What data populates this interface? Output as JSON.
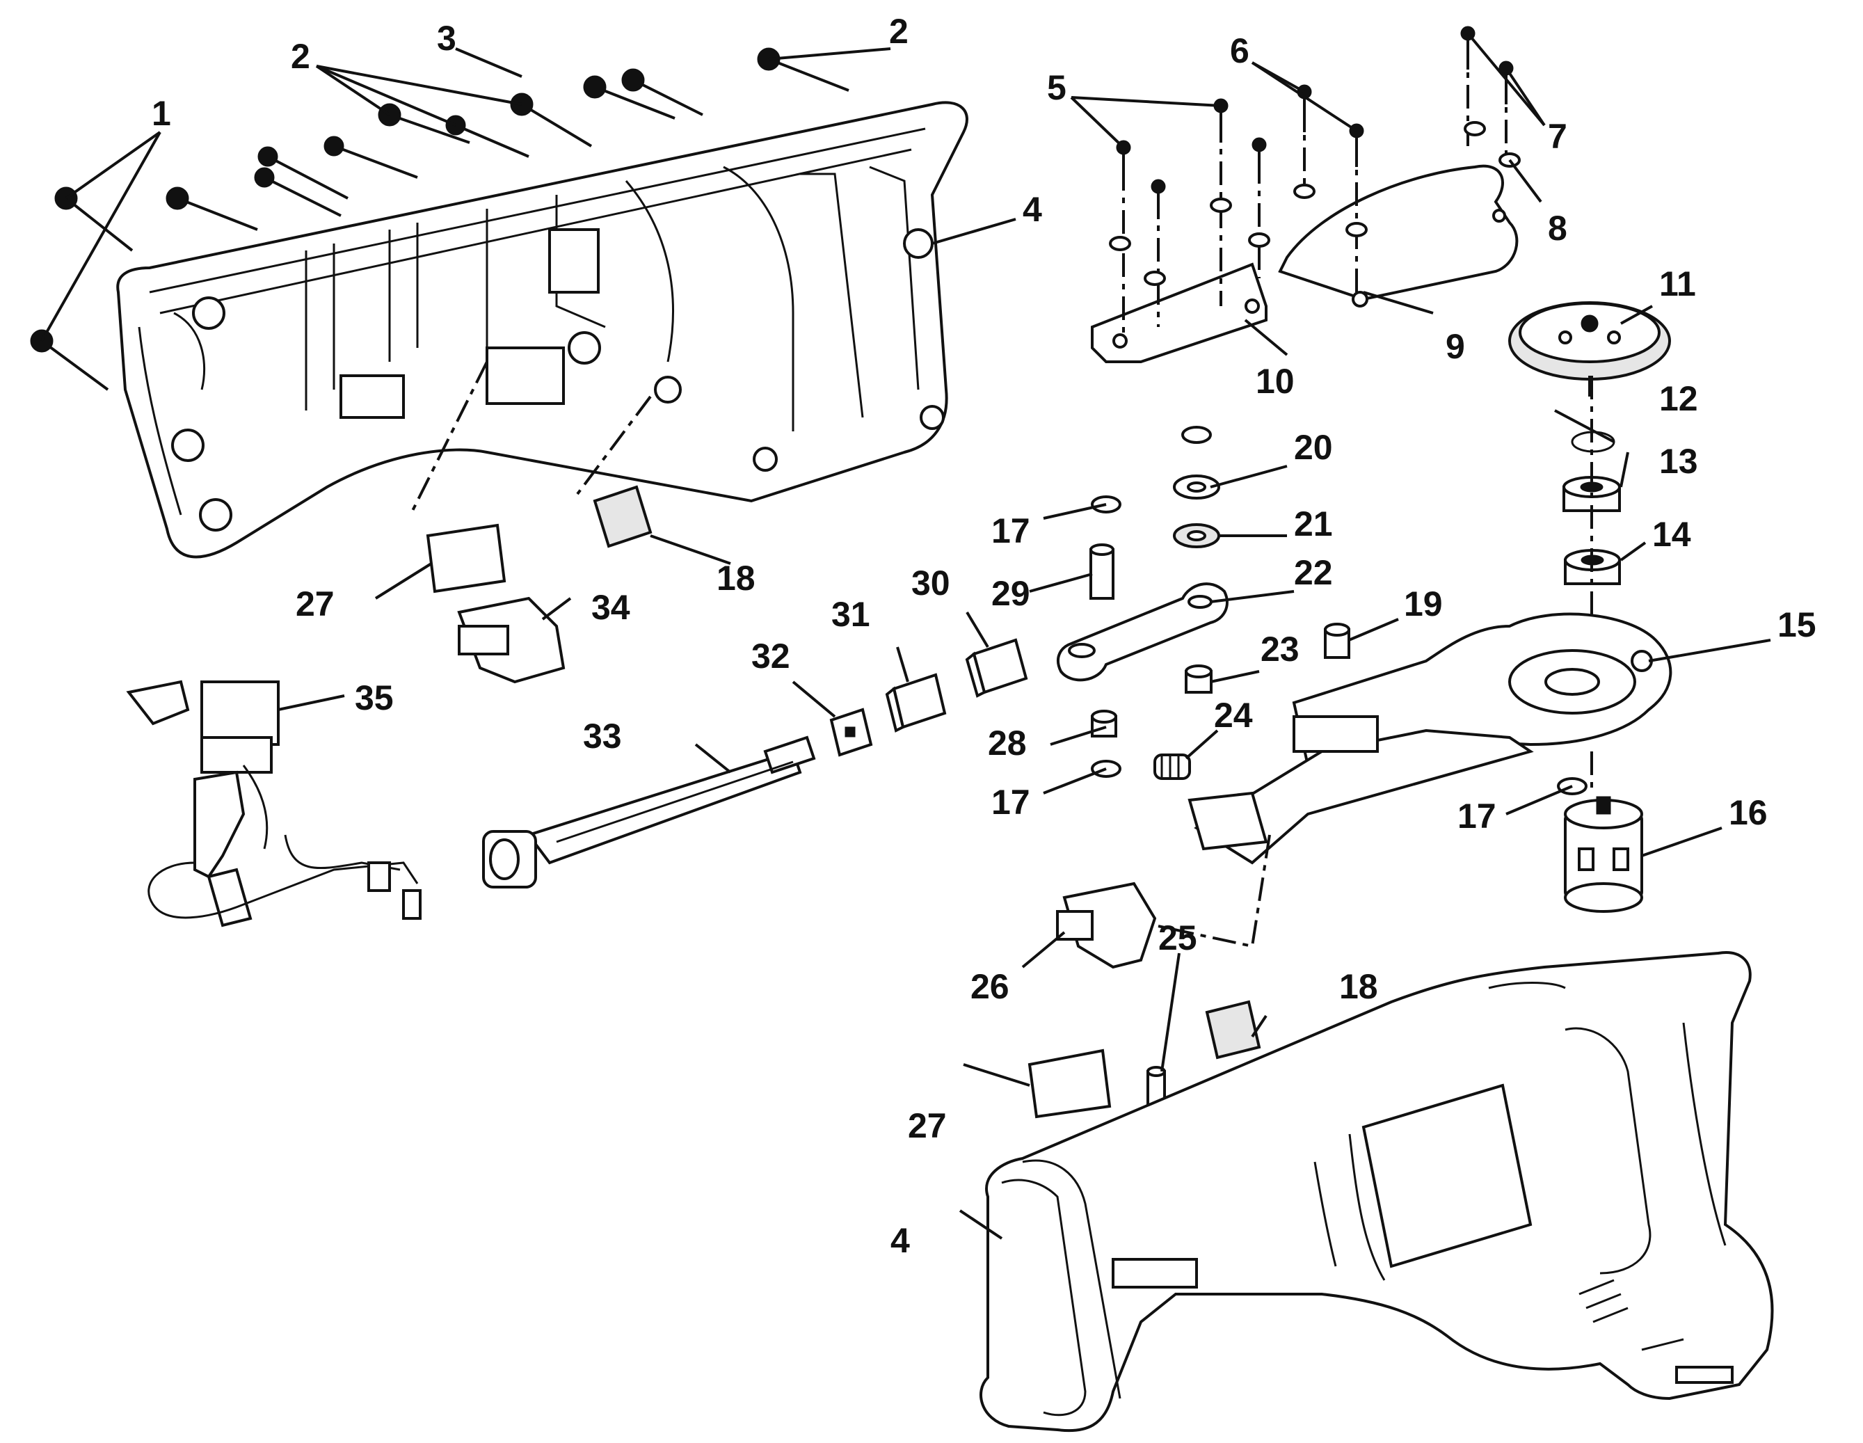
{
  "diagram": {
    "part_labels": [
      {
        "id": "p1a",
        "text": "1"
      },
      {
        "id": "p2a",
        "text": "2"
      },
      {
        "id": "p3a",
        "text": "3"
      },
      {
        "id": "p2b",
        "text": "2"
      },
      {
        "id": "p4a",
        "text": "4"
      },
      {
        "id": "p5",
        "text": "5"
      },
      {
        "id": "p6",
        "text": "6"
      },
      {
        "id": "p7",
        "text": "7"
      },
      {
        "id": "p8",
        "text": "8"
      },
      {
        "id": "p9",
        "text": "9"
      },
      {
        "id": "p10",
        "text": "10"
      },
      {
        "id": "p11",
        "text": "11"
      },
      {
        "id": "p12",
        "text": "12"
      },
      {
        "id": "p13",
        "text": "13"
      },
      {
        "id": "p14",
        "text": "14"
      },
      {
        "id": "p15",
        "text": "15"
      },
      {
        "id": "p16",
        "text": "16"
      },
      {
        "id": "p17a",
        "text": "17"
      },
      {
        "id": "p17b",
        "text": "17"
      },
      {
        "id": "p17c",
        "text": "17"
      },
      {
        "id": "p18a",
        "text": "18"
      },
      {
        "id": "p18b",
        "text": "18"
      },
      {
        "id": "p19",
        "text": "19"
      },
      {
        "id": "p20",
        "text": "20"
      },
      {
        "id": "p21",
        "text": "21"
      },
      {
        "id": "p22",
        "text": "22"
      },
      {
        "id": "p23",
        "text": "23"
      },
      {
        "id": "p24",
        "text": "24"
      },
      {
        "id": "p25",
        "text": "25"
      },
      {
        "id": "p26",
        "text": "26"
      },
      {
        "id": "p27a",
        "text": "27"
      },
      {
        "id": "p27b",
        "text": "27"
      },
      {
        "id": "p28",
        "text": "28"
      },
      {
        "id": "p29",
        "text": "29"
      },
      {
        "id": "p30",
        "text": "30"
      },
      {
        "id": "p31",
        "text": "31"
      },
      {
        "id": "p32",
        "text": "32"
      },
      {
        "id": "p33",
        "text": "33"
      },
      {
        "id": "p34",
        "text": "34"
      },
      {
        "id": "p35",
        "text": "35"
      },
      {
        "id": "p4b",
        "text": "4"
      }
    ]
  }
}
